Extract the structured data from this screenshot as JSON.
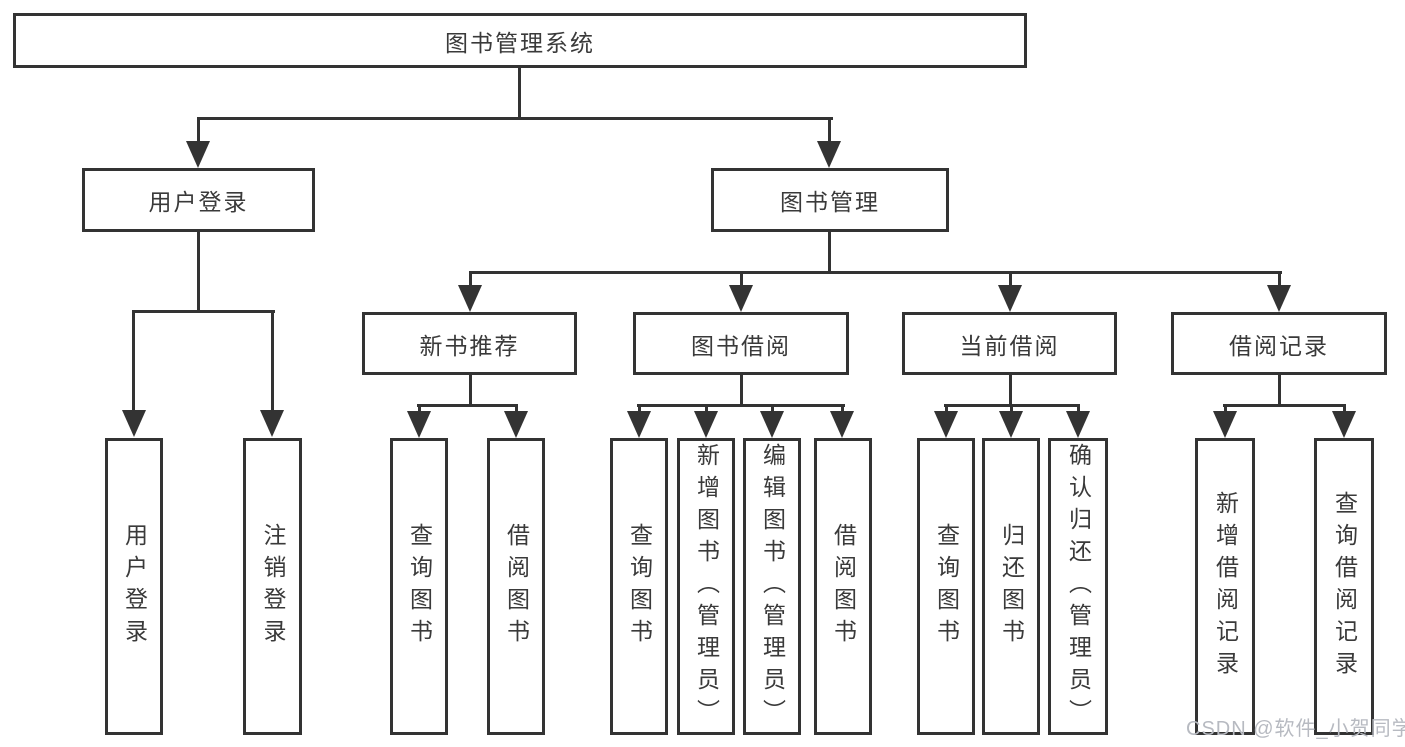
{
  "diagram": {
    "root": {
      "label": "图书管理系统"
    },
    "branches": [
      {
        "label": "用户登录",
        "children": [
          {
            "label": "用户登录"
          },
          {
            "label": "注销登录"
          }
        ]
      },
      {
        "label": "图书管理",
        "groups": [
          {
            "label": "新书推荐",
            "children": [
              {
                "label": "查询图书"
              },
              {
                "label": "借阅图书"
              }
            ]
          },
          {
            "label": "图书借阅",
            "children": [
              {
                "label": "查询图书"
              },
              {
                "label": "新增图书（管理员）"
              },
              {
                "label": "编辑图书（管理员）"
              },
              {
                "label": "借阅图书"
              }
            ]
          },
          {
            "label": "当前借阅",
            "children": [
              {
                "label": "查询图书"
              },
              {
                "label": "归还图书"
              },
              {
                "label": "确认归还（管理员）"
              }
            ]
          },
          {
            "label": "借阅记录",
            "children": [
              {
                "label": "新增借阅记录"
              },
              {
                "label": "查询借阅记录"
              }
            ]
          }
        ]
      }
    ]
  },
  "watermark": {
    "text": "CSDN @软件_小贺同学"
  },
  "colors": {
    "line": "#333333",
    "text": "#3a3a3a",
    "background": "#ffffff",
    "watermark": "#b7bac1"
  }
}
